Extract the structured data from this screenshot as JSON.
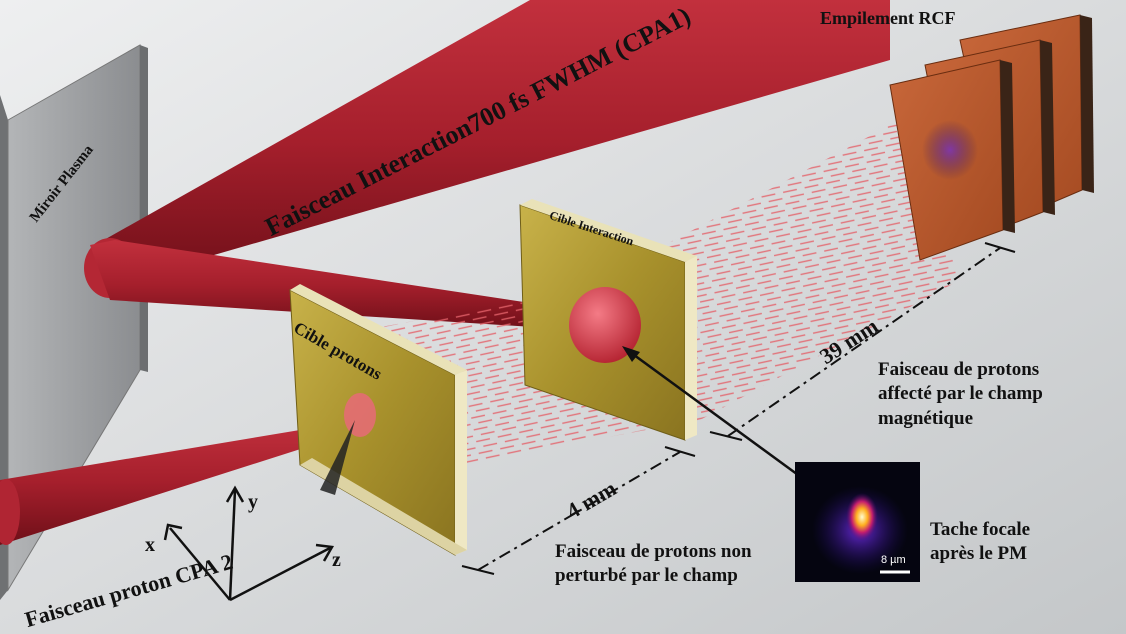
{
  "labels": {
    "rcf_stack": "Empilement RCF",
    "plasma_mirror": "Miroir Plasma",
    "interaction_beam": "Faisceau Interaction700 fs FWHM (CPA1)",
    "interaction_target": "Cible Interaction",
    "proton_target": "Cible protons",
    "proton_beam": "Faisceau proton CPA 2",
    "distance_39": "39 mm",
    "distance_4": "4 mm",
    "affected_beam": "Faisceau de protons affecté par le champ magnétique",
    "unperturbed_beam": "Faisceau de protons non perturbé par le champ",
    "focal_spot": "Tache focale après le PM",
    "scale_bar": "8 µm",
    "axis_x": "x",
    "axis_y": "y",
    "axis_z": "z"
  },
  "colors": {
    "beam": "#a51f2c",
    "target_gold": "#b7a03a",
    "rcf": "#b8552a",
    "mirror": "#8e9092",
    "proton_dash": "#e4626a"
  }
}
